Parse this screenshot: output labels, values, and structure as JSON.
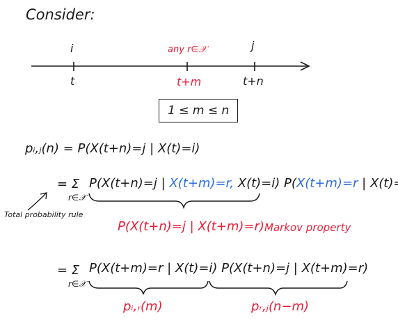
{
  "header": {
    "consider": "Consider:"
  },
  "timeline": {
    "state_i": "i",
    "state_r": "any r∈𝒳",
    "state_j": "j",
    "time_t": "t",
    "time_tm": "t+m",
    "time_tn": "t+n",
    "constraint": "1 ≤ m ≤ n"
  },
  "equations": {
    "line1": "p_{i,j}(n) = P(X(t+n)=j | X(t)=i)",
    "line1_display": "pᵢ,ⱼ(n) = P(X(t+n)=j | X(t)=i)",
    "line2_sum": "= Σ",
    "line2_sum_sub": "r∈𝒳",
    "line2_a": "P(X(t+n)=j |",
    "line2_b": "X(t+m)=r,",
    "line2_c": "X(t)=i) P(",
    "line2_d": "X(t+m)=r",
    "line2_e": "| X(t)=i)",
    "side_note": "Total probability rule",
    "markov_expr": "P(X(t+n)=j | X(t+m)=r)",
    "markov_label": "Markov property",
    "line3_sum": "= Σ",
    "line3_sum_sub": "r∈𝒳",
    "line3": "P(X(t+m)=r | X(t)=i) P(X(t+n)=j | X(t+m)=r)",
    "p_ir": "pᵢ,ᵣ(m)",
    "p_rj": "pᵣ,ⱼ(n−m)"
  },
  "colors": {
    "ink": "#1a1a1a",
    "red": "#e8203a",
    "blue": "#2f6fe0"
  }
}
